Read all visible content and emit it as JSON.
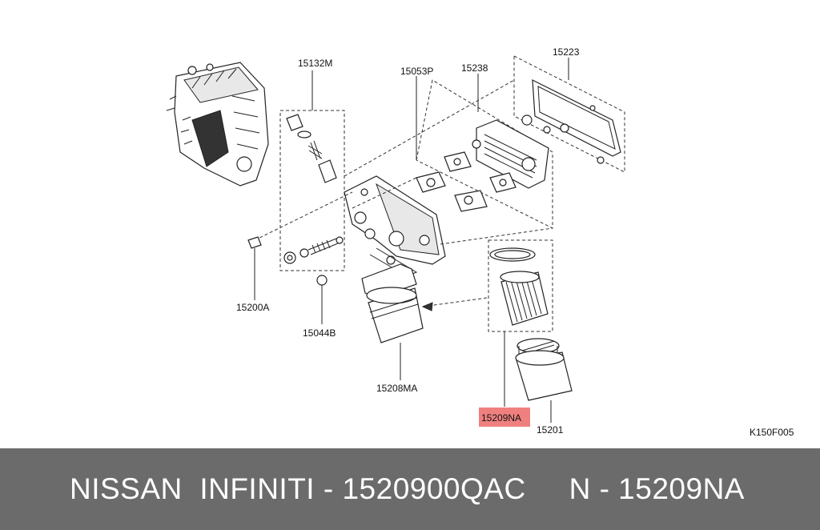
{
  "diagram": {
    "labels": {
      "p15132M": "15132M",
      "p15053P": "15053P",
      "p15238": "15238",
      "p15223": "15223",
      "p15200A": "15200A",
      "p15044B": "15044B",
      "p15208MA": "15208MA",
      "p15209NA": "15209NA",
      "p15201": "15201",
      "ref_code": "K150F005"
    },
    "highlight_color": "#f08080"
  },
  "footer": {
    "text": "NISSAN  INFINITI - 1520900QAC     N - 15209NA"
  }
}
